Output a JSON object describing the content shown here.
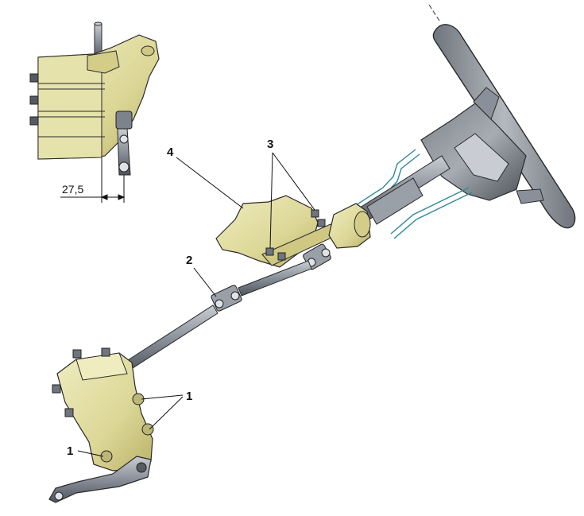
{
  "diagram": {
    "dimension_label": "27,5",
    "callouts": {
      "steering_box_bolts": "1",
      "intermediate_joint": "2",
      "bracket_bolts": "3",
      "mounting_bracket": "4"
    }
  },
  "colors": {
    "housing": "#e3dfa4",
    "housing_shadow": "#b9b26a",
    "shaft": "#8a9099",
    "wheel": "#8b9096",
    "bracket_line": "#2e8a96",
    "outline": "#2a2a2a"
  }
}
